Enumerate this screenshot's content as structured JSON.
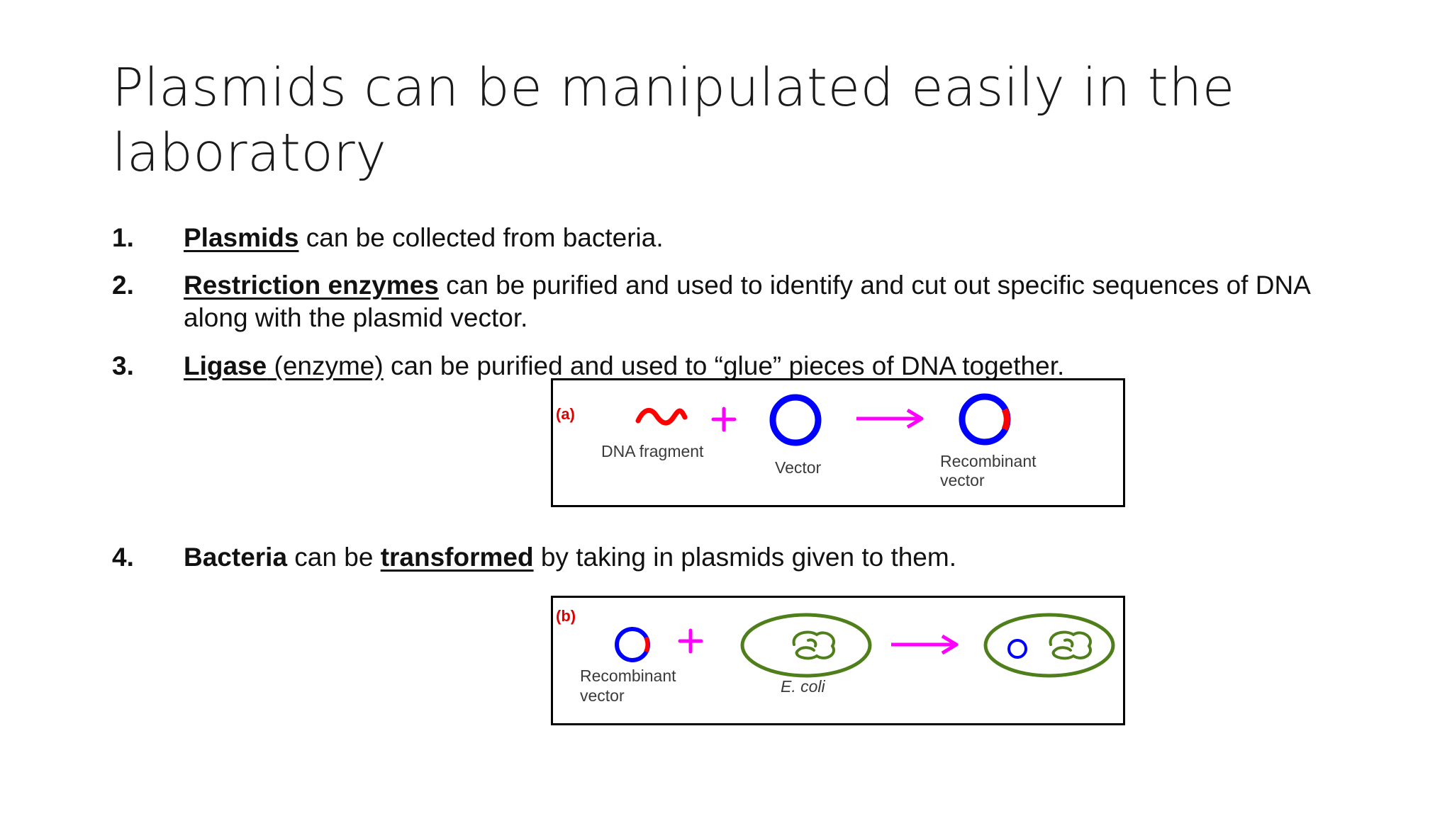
{
  "slide": {
    "title": "Plasmids can be manipulated easily in the laboratory"
  },
  "list": [
    {
      "number": "1.",
      "term": "Plasmids",
      "rest": " can be collected from bacteria."
    },
    {
      "number": "2.",
      "term": "Restriction enzymes",
      "rest": " can be purified and used to identify and cut out specific sequences of DNA along with the plasmid vector."
    },
    {
      "number": "3.",
      "term": "Ligase",
      "underlined_extra": " (enzyme)",
      "rest": " can be purified and used to “glue” pieces of DNA together."
    },
    {
      "number": "4.",
      "lead": "Bacteria",
      "middle": " can be ",
      "term": "transformed",
      "rest": " by taking in plasmids given to them."
    }
  ],
  "figure_a": {
    "panel": "(a)",
    "dna_fragment": "DNA fragment",
    "vector": "Vector",
    "recombinant_line1": "Recombinant",
    "recombinant_line2": "vector",
    "colors": {
      "dna": "#ff0000",
      "plasmid": "#0000ff",
      "operator": "#ff00ff",
      "bacterium": "#4f7f1a"
    }
  },
  "figure_b": {
    "panel": "(b)",
    "recombinant_line1": "Recombinant",
    "recombinant_line2": "vector",
    "ecoli": "E. coli"
  }
}
